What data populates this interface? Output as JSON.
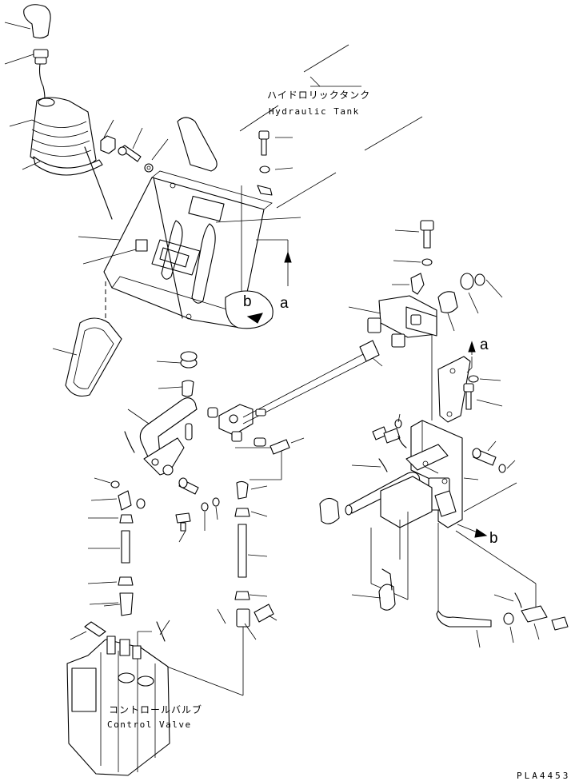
{
  "labels": {
    "hydraulic_tank_jp": "ハイドロリックタンク",
    "hydraulic_tank_en": "Hydraulic Tank",
    "control_valve_jp": "コントロールバルブ",
    "control_valve_en": "Control Valve",
    "ref_a_center": "a",
    "ref_b_center": "b",
    "ref_a_right": "a",
    "ref_b_right": "b",
    "drawing_code": "PLA4453"
  }
}
